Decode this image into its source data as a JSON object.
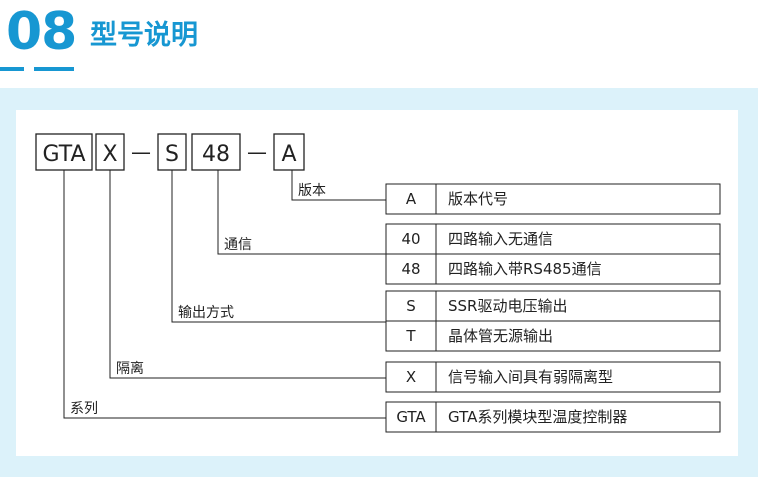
{
  "header": {
    "section_number": "08",
    "section_title": "型号说明"
  },
  "model_code": {
    "segments": [
      "GTA",
      "X",
      "—",
      "S",
      "48",
      "—",
      "A"
    ]
  },
  "branches": {
    "version": "版本",
    "comm": "通信",
    "output": "输出方式",
    "isolation": "隔离",
    "series": "系列"
  },
  "options": {
    "version_A": {
      "code": "A",
      "desc": "版本代号"
    },
    "comm_40": {
      "code": "40",
      "desc": "四路输入无通信"
    },
    "comm_48": {
      "code": "48",
      "desc": "四路输入带RS485通信"
    },
    "out_S": {
      "code": "S",
      "desc": "SSR驱动电压输出"
    },
    "out_T": {
      "code": "T",
      "desc": "晶体管无源输出"
    },
    "iso_X": {
      "code": "X",
      "desc": "信号输入间具有弱隔离型"
    },
    "series_GTA": {
      "code": "GTA",
      "desc": "GTA系列模块型温度控制器"
    }
  },
  "colors": {
    "accent": "#1797d2",
    "panel": "#dcf2fa"
  }
}
